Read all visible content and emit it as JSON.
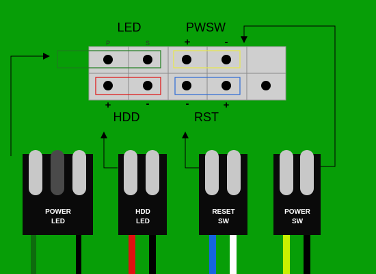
{
  "colors": {
    "background": "#079e07",
    "header_fill": "#cfcfcf",
    "pin": "#000000",
    "connector_body": "#0a0a0a",
    "latch": "#c8c8c8",
    "led_box": "#1e7d1e",
    "pwsw_box": "#e8e84a",
    "hdd_box": "#e01010",
    "rst_box": "#2b6bd6",
    "line": "#000000"
  },
  "header": {
    "top_labels": {
      "led": "LED",
      "pwsw": "PWSW"
    },
    "bottom_labels": {
      "hdd": "HDD",
      "rst": "RST"
    },
    "led_pin_labels": {
      "p": "P",
      "s": "S"
    },
    "polarity": {
      "pwsw_plus": "+",
      "pwsw_minus": "-",
      "hdd_plus": "+",
      "hdd_minus": "-",
      "rst_minus": "-",
      "rst_plus": "+"
    }
  },
  "connectors": [
    {
      "id": "power-led",
      "line1": "POWER",
      "line2": "LED",
      "wire_colors": [
        "#0e6b0e",
        "#000000"
      ]
    },
    {
      "id": "hdd-led",
      "line1": "HDD",
      "line2": "LED",
      "wire_colors": [
        "#e01010",
        "#000000"
      ]
    },
    {
      "id": "reset-sw",
      "line1": "RESET",
      "line2": "SW",
      "wire_colors": [
        "#1565e0",
        "#ffffff"
      ]
    },
    {
      "id": "power-sw",
      "line1": "POWER",
      "line2": "SW",
      "wire_colors": [
        "#c8f000",
        "#000000"
      ]
    }
  ]
}
